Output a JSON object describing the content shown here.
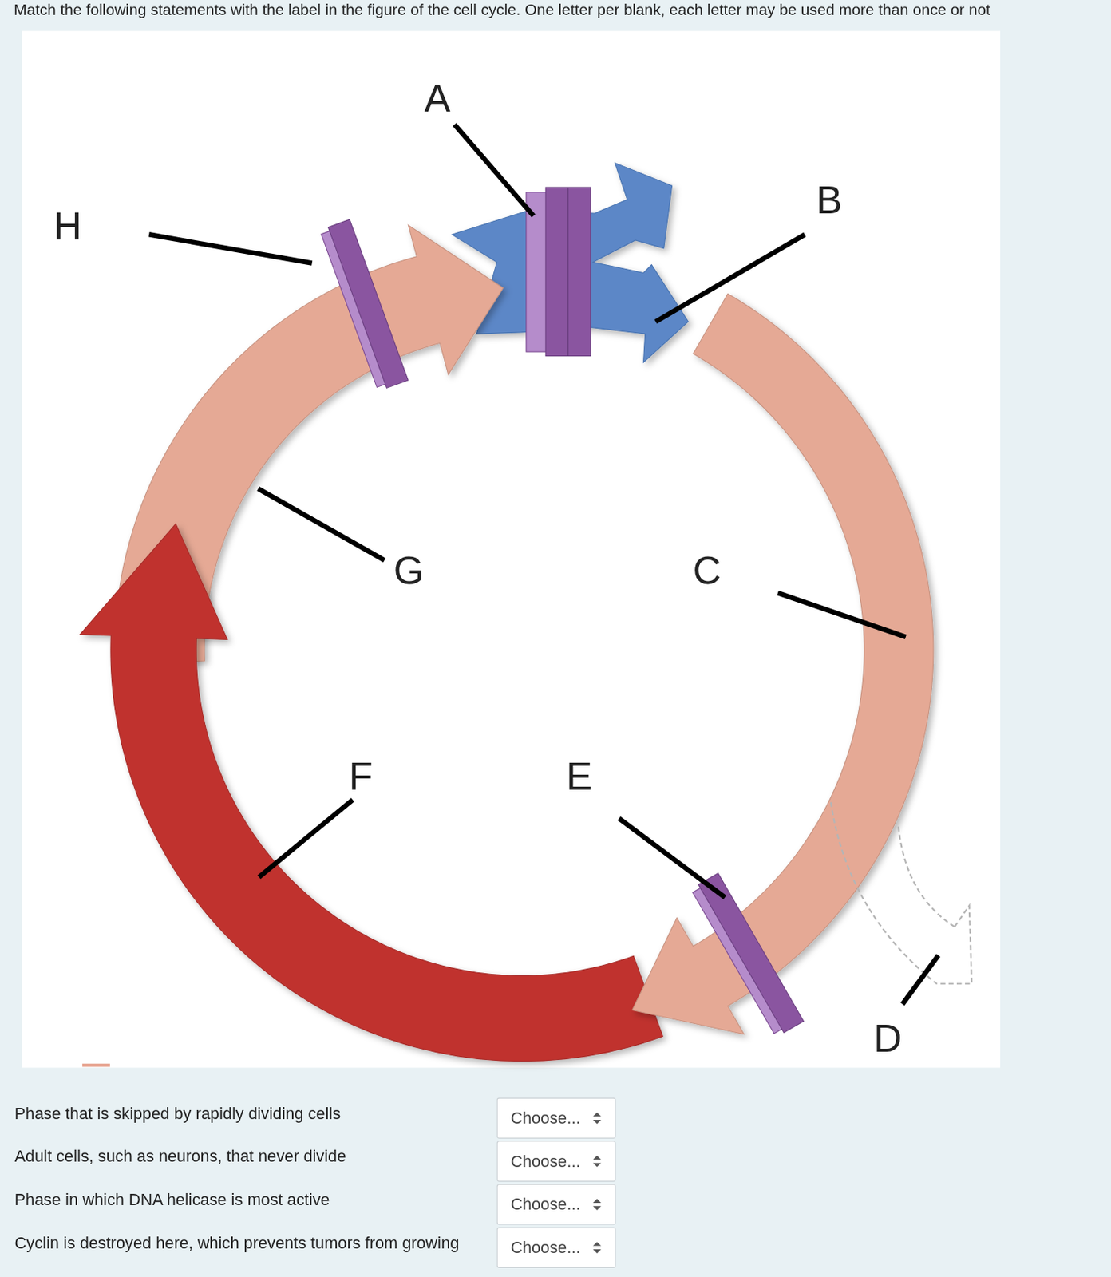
{
  "diagram": {
    "title": "Match the following statements with the label in the figure of the cell cycle. One letter per blank, each letter may be used more than once or not",
    "nodes": [
      {
        "text": [
          "Choose..."
        ]
      },
      {
        "text": [
          "Choose..."
        ]
      },
      {
        "text": [
          "Choose..."
        ]
      },
      {
        "text": [
          "Choose..."
        ]
      }
    ],
    "labels": [
      "A",
      "B",
      "H",
      "G",
      "C",
      "F",
      "E",
      "D",
      "Phase that is skipped by rapidly dividing cells",
      "Adult cells, such as neurons, that never divide",
      "Phase in which DNA helicase is most active",
      "Cyclin is destroyed here, which prevents tumors from growing"
    ]
  }
}
